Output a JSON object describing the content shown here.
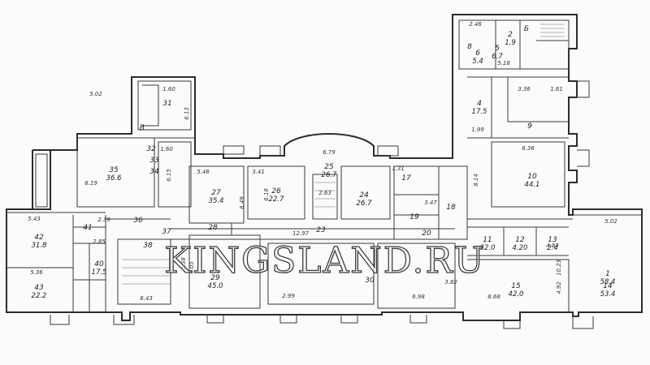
{
  "watermark": "KINGSLAND.RU",
  "rooms": [
    {
      "id": "r1",
      "num": "1",
      "area": "58.4"
    },
    {
      "id": "r2",
      "num": "2",
      "area": "1.9"
    },
    {
      "id": "r4",
      "num": "4",
      "area": "17.5"
    },
    {
      "id": "r5",
      "num": "5",
      "area": "6.7"
    },
    {
      "id": "r6",
      "num": "6",
      "area": "5.4"
    },
    {
      "id": "r10",
      "num": "10",
      "area": "44.1"
    },
    {
      "id": "r11",
      "num": "11",
      "area": "32.0"
    },
    {
      "id": "r12",
      "num": "12",
      "area": "4.20"
    },
    {
      "id": "r13",
      "num": "13",
      "area": "2.4"
    },
    {
      "id": "r14",
      "num": "14",
      "area": "53.4"
    },
    {
      "id": "r15",
      "num": "15",
      "area": "42.0"
    },
    {
      "id": "r17",
      "num": "17",
      "area": ""
    },
    {
      "id": "r18",
      "num": "18",
      "area": ""
    },
    {
      "id": "r19",
      "num": "19",
      "area": ""
    },
    {
      "id": "r20",
      "num": "20",
      "area": ""
    },
    {
      "id": "r23",
      "num": "23",
      "area": ""
    },
    {
      "id": "r24",
      "num": "24",
      "area": "26.7"
    },
    {
      "id": "r25",
      "num": "25",
      "area": "26.7"
    },
    {
      "id": "r26",
      "num": "26",
      "area": "22.7"
    },
    {
      "id": "r27",
      "num": "27",
      "area": "35.4"
    },
    {
      "id": "r28",
      "num": "28",
      "area": ""
    },
    {
      "id": "r29",
      "num": "29",
      "area": "45.0"
    },
    {
      "id": "r30",
      "num": "30",
      "area": ""
    },
    {
      "id": "r31",
      "num": "31",
      "area": ""
    },
    {
      "id": "r32",
      "num": "32",
      "area": ""
    },
    {
      "id": "r33",
      "num": "33",
      "area": ""
    },
    {
      "id": "r34",
      "num": "34",
      "area": ""
    },
    {
      "id": "r35",
      "num": "35",
      "area": "36.6"
    },
    {
      "id": "r36",
      "num": "36",
      "area": ""
    },
    {
      "id": "r37",
      "num": "37",
      "area": ""
    },
    {
      "id": "r38",
      "num": "38",
      "area": ""
    },
    {
      "id": "r40",
      "num": "40",
      "area": "17.5"
    },
    {
      "id": "r41",
      "num": "41",
      "area": ""
    },
    {
      "id": "r42",
      "num": "42",
      "area": "31.8"
    },
    {
      "id": "r43",
      "num": "43",
      "area": "22.2"
    }
  ],
  "dimensions": [
    {
      "id": "d1",
      "text": "5.43"
    },
    {
      "id": "d2",
      "text": "5.36"
    },
    {
      "id": "d3",
      "text": "5.46"
    },
    {
      "id": "d4",
      "text": "3.41"
    },
    {
      "id": "d5",
      "text": "6.79"
    },
    {
      "id": "d6",
      "text": "12.97"
    },
    {
      "id": "d7",
      "text": "6.36"
    },
    {
      "id": "d8",
      "text": "5.02"
    },
    {
      "id": "d9",
      "text": "10.23"
    },
    {
      "id": "d10",
      "text": "6.98"
    },
    {
      "id": "d11",
      "text": "8.68"
    },
    {
      "id": "d12",
      "text": "6.49"
    },
    {
      "id": "d13",
      "text": "6.19"
    },
    {
      "id": "d14",
      "text": "6.43"
    },
    {
      "id": "d15",
      "text": "4.92"
    },
    {
      "id": "d16",
      "text": "2.63"
    },
    {
      "id": "d17",
      "text": "3.47"
    },
    {
      "id": "d18",
      "text": "4.83"
    },
    {
      "id": "d19",
      "text": "3.36"
    },
    {
      "id": "d20",
      "text": "1.61"
    },
    {
      "id": "d21",
      "text": "2.46"
    },
    {
      "id": "d22",
      "text": "1.60"
    },
    {
      "id": "d23",
      "text": "5.18"
    },
    {
      "id": "d24",
      "text": "2.99"
    },
    {
      "id": "d25",
      "text": "2.39"
    },
    {
      "id": "d26",
      "text": "2.85"
    },
    {
      "id": "d27",
      "text": "1.99"
    },
    {
      "id": "d28",
      "text": "8.14"
    },
    {
      "id": "d29",
      "text": "4.05"
    },
    {
      "id": "d30",
      "text": "6.18"
    },
    {
      "id": "d31",
      "text": "3.82"
    },
    {
      "id": "d32",
      "text": "6.15"
    },
    {
      "id": "d33",
      "text": "1.60"
    },
    {
      "id": "d34",
      "text": "2.38"
    },
    {
      "id": "d35",
      "text": "1.31"
    },
    {
      "id": "d36",
      "text": "6.13"
    },
    {
      "id": "d37",
      "text": "5.02"
    }
  ],
  "letters": [
    {
      "id": "l1",
      "text": "Б"
    },
    {
      "id": "l2",
      "text": "В"
    },
    {
      "id": "l3",
      "text": "9"
    },
    {
      "id": "l4",
      "text": "8"
    }
  ]
}
